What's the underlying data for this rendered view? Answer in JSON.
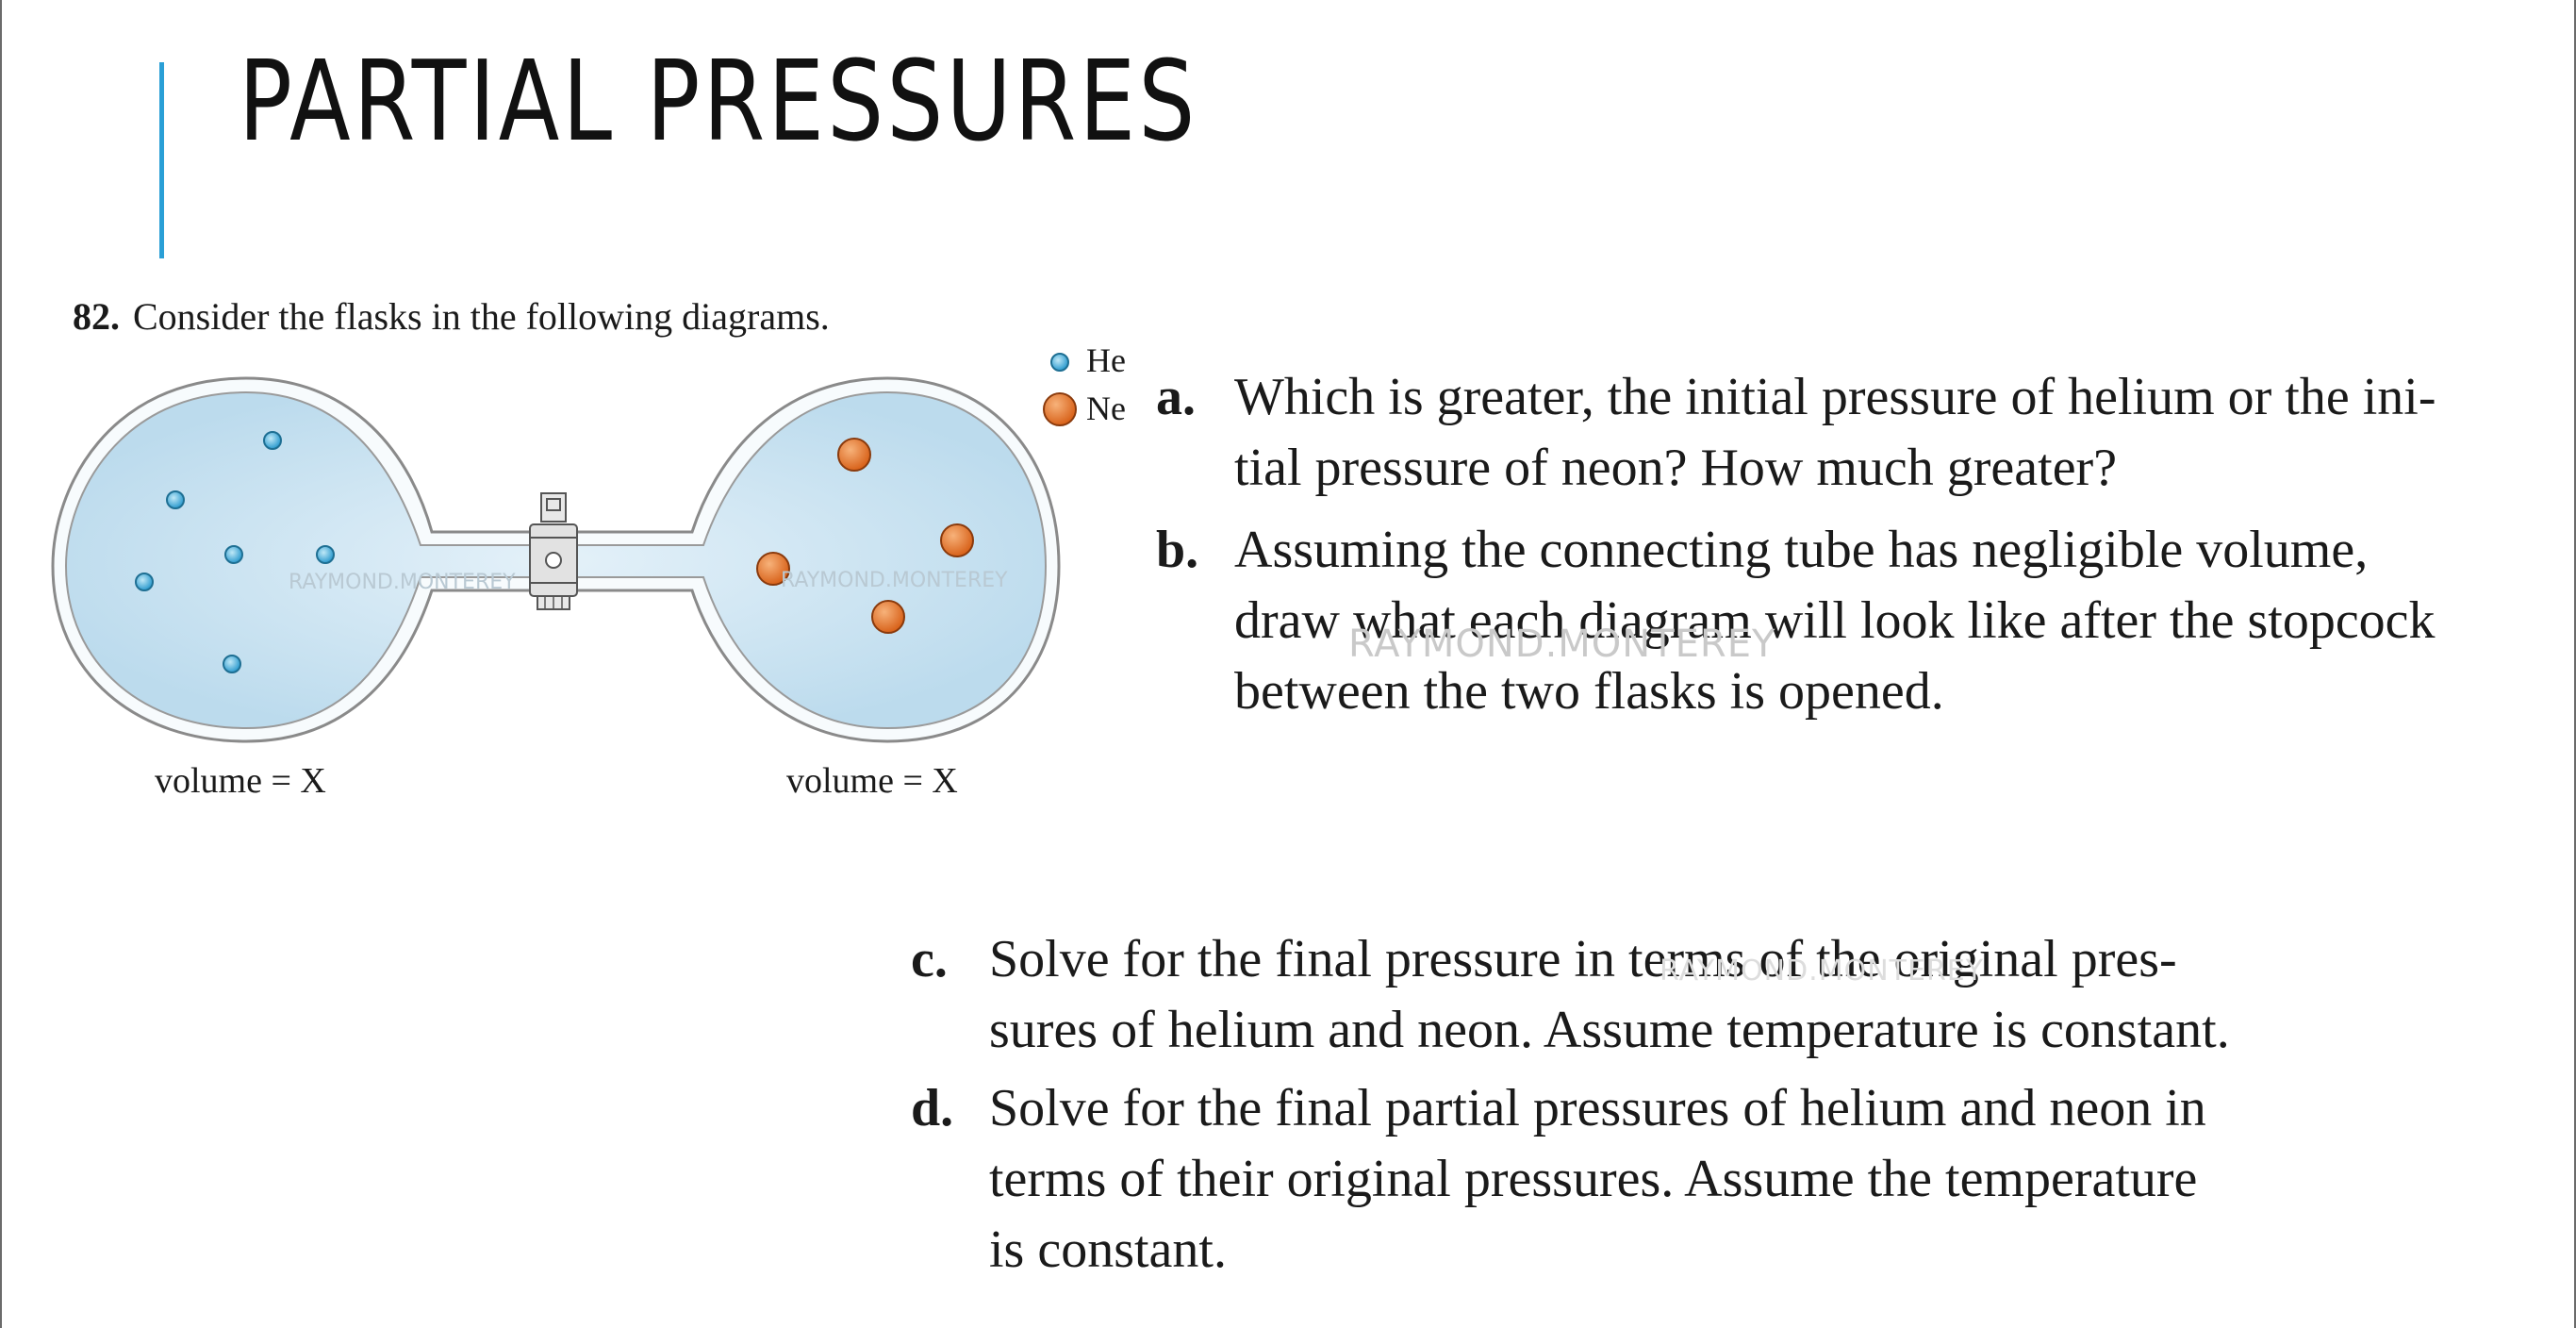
{
  "slide": {
    "title": "PARTIAL PRESSURES"
  },
  "problem": {
    "number": "82.",
    "intro": "Consider the flasks in the following diagrams."
  },
  "diagram": {
    "legend": [
      {
        "symbol": "He",
        "color": "#3aa6d4"
      },
      {
        "symbol": "Ne",
        "color": "#e0782e"
      }
    ],
    "left_flask": {
      "label": "volume = X",
      "atom_type": "He",
      "atom_count": 6
    },
    "right_flask": {
      "label": "volume = X",
      "atom_type": "Ne",
      "atom_count": 4
    },
    "watermark": "RAYMOND.MONTEREY",
    "colors": {
      "flask_fill": "#cfe6f3",
      "flask_outline": "#8a8a8a",
      "helium": "#3aa6d4",
      "neon": "#e0782e"
    }
  },
  "questions": [
    {
      "letter": "a.",
      "lines": [
        "Which is greater, the initial pressure of helium or the ini-",
        "tial pressure of neon? How much greater?"
      ]
    },
    {
      "letter": "b.",
      "lines": [
        "Assuming the connecting tube has negligible volume,",
        "draw what each diagram will look like after the stopcock",
        "between the two flasks is opened."
      ]
    },
    {
      "letter": "c.",
      "lines": [
        "Solve for the final pressure in terms of the original pres-",
        "sures of helium and neon. Assume temperature is constant."
      ]
    },
    {
      "letter": "d.",
      "lines": [
        "Solve for the final partial pressures of helium and neon in",
        "terms of their original pressures. Assume the temperature",
        "is constant."
      ]
    }
  ],
  "accent_color": "#2a9fd6"
}
